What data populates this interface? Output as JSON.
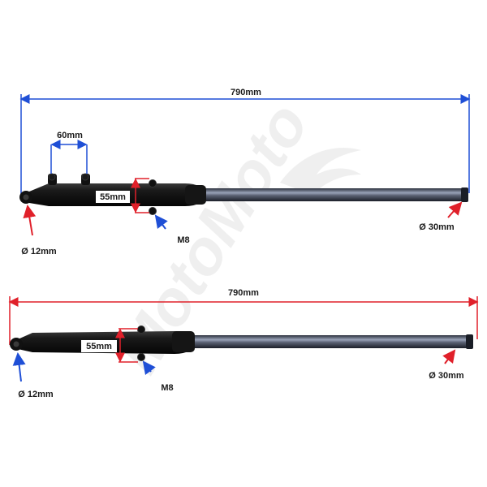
{
  "watermark": {
    "text": "MotoMoto"
  },
  "colors": {
    "blue": "#1f4fd6",
    "red": "#e0202a",
    "fork_body": "#141414",
    "tube_light": "#9aa3b8",
    "tube_dark": "#2a2f3c"
  },
  "fork_top": {
    "overall_length": "790mm",
    "caliper_spacing": "60mm",
    "clamp_height": "55mm",
    "bolt": "M8",
    "axle_diameter": "Ø 12mm",
    "tube_diameter": "Ø 30mm"
  },
  "fork_bottom": {
    "overall_length": "790mm",
    "clamp_height": "55mm",
    "bolt": "M8",
    "axle_diameter": "Ø 12mm",
    "tube_diameter": "Ø 30mm"
  }
}
